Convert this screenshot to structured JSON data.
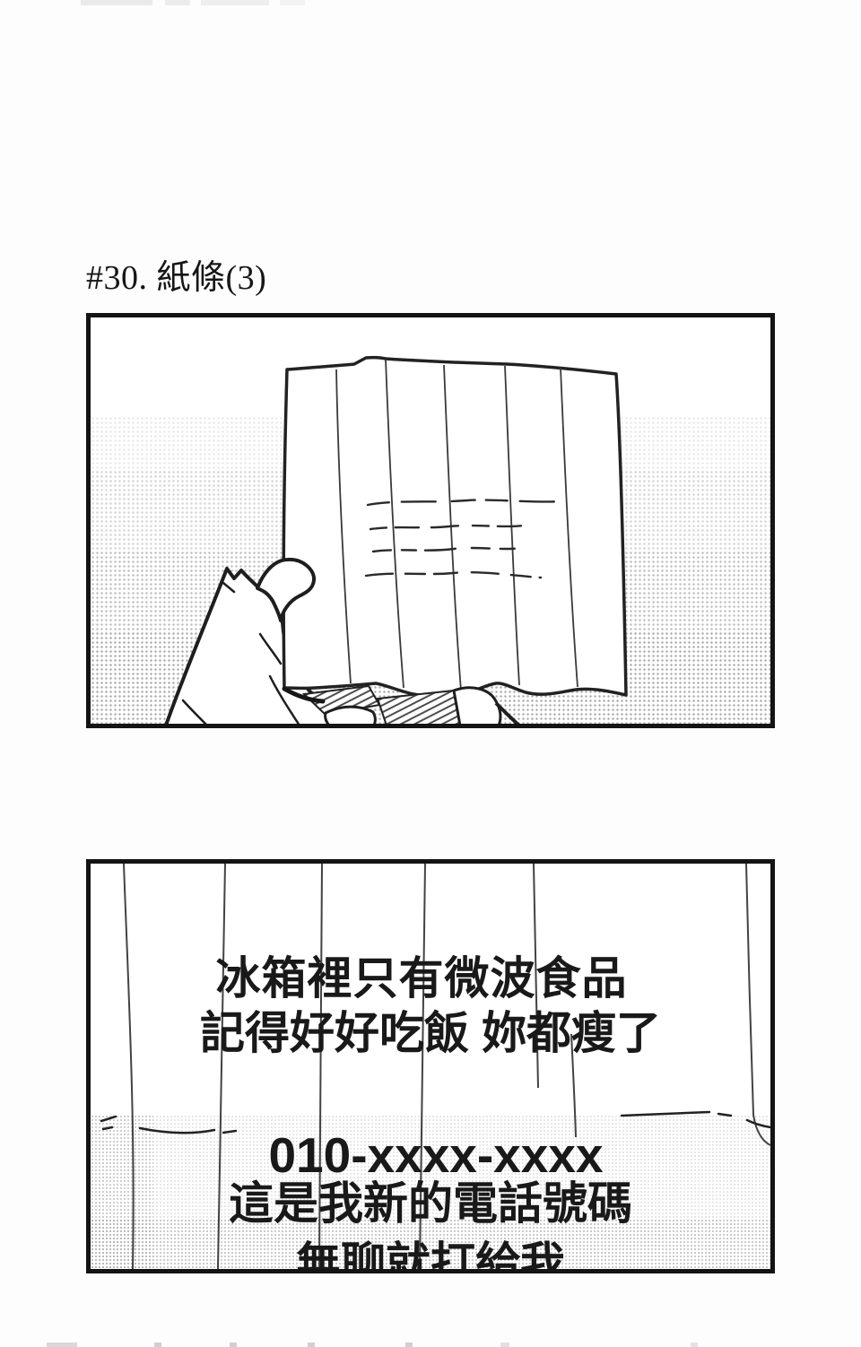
{
  "title": {
    "text": "#30. 紙條(3)"
  },
  "note": {
    "line1": "冰箱裡只有微波食品",
    "line2": "記得好好吃飯 妳都瘦了",
    "phone": "010-xxxx-xxxx",
    "line3": "這是我新的電話號碼",
    "line4": "無聊就打給我"
  },
  "colors": {
    "ink": "#191919",
    "paper": "#ffffff",
    "halftone": "#7a7a7a",
    "panel_border": "#141414"
  }
}
